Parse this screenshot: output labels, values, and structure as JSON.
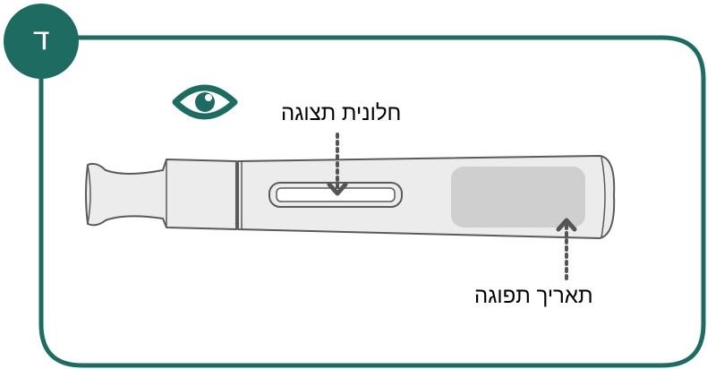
{
  "step": {
    "number": "ד"
  },
  "labels": {
    "viewing_window": "חלונית תצוגה",
    "expiry_date": "תאריך תפוגה"
  },
  "icons": {
    "header": "eye-icon"
  },
  "colors": {
    "accent": "#1e6b62",
    "outline": "#5a5a5a",
    "body_fill": "#ececec",
    "label_area": "#cfcfcf",
    "arrow": "#555555"
  }
}
